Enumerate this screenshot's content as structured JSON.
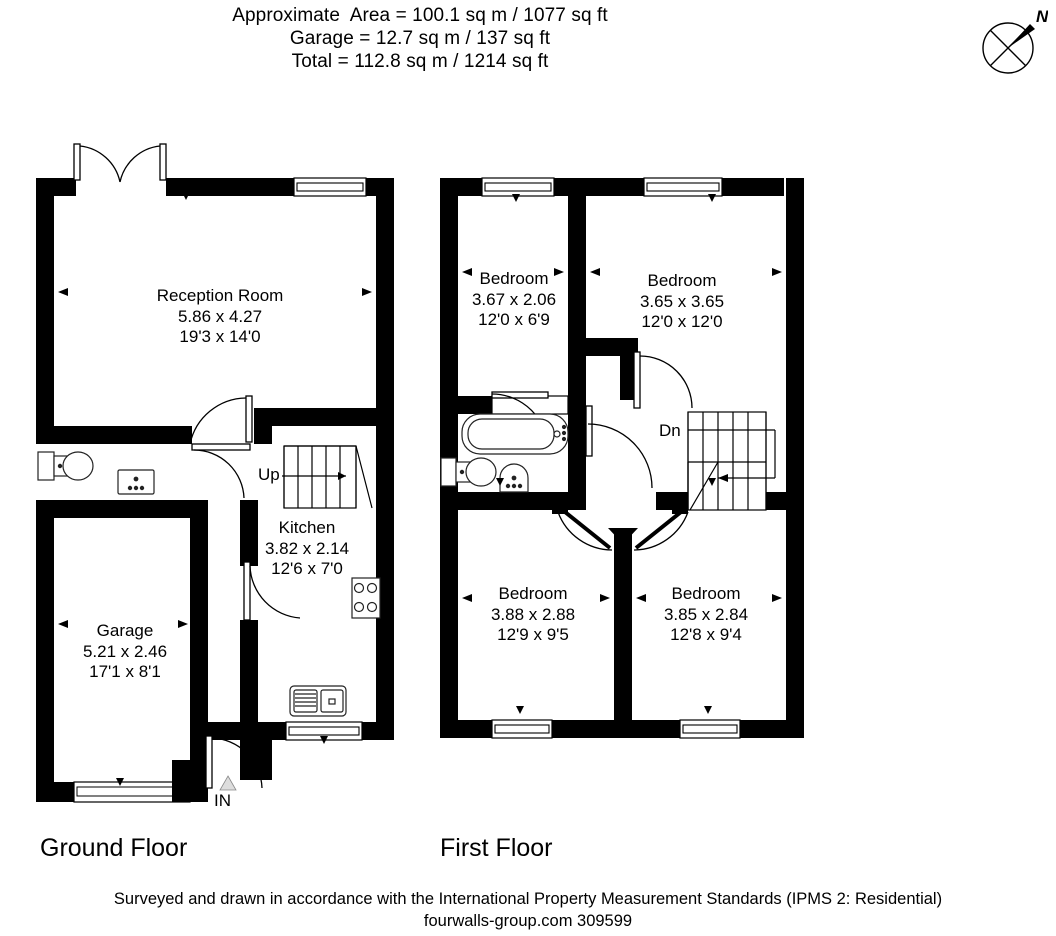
{
  "header": {
    "line1": "Approximate  Area = 100.1 sq m / 1077 sq ft",
    "line2": "Garage = 12.7 sq m / 137 sq ft",
    "line3": "Total = 112.8 sq m / 1214 sq ft"
  },
  "compass": {
    "north_label": "N"
  },
  "floors": [
    {
      "id": "ground",
      "title": "Ground Floor",
      "rooms": [
        {
          "name": "Reception Room",
          "dim_metric": "5.86 x 4.27",
          "dim_imperial": "19'3 x 14'0"
        },
        {
          "name": "Kitchen",
          "dim_metric": "3.82 x 2.14",
          "dim_imperial": "12'6 x 7'0"
        },
        {
          "name": "Garage",
          "dim_metric": "5.21 x 2.46",
          "dim_imperial": "17'1 x 8'1"
        }
      ],
      "markers": [
        {
          "name": "stairs-up-label",
          "text": "Up"
        },
        {
          "name": "entrance-label",
          "text": "IN"
        }
      ]
    },
    {
      "id": "first",
      "title": "First Floor",
      "rooms": [
        {
          "name": "Bedroom",
          "dim_metric": "3.67 x 2.06",
          "dim_imperial": "12'0 x 6'9"
        },
        {
          "name": "Bedroom",
          "dim_metric": "3.65 x 3.65",
          "dim_imperial": "12'0 x 12'0"
        },
        {
          "name": "Bedroom",
          "dim_metric": "3.88 x 2.88",
          "dim_imperial": "12'9 x 9'5"
        },
        {
          "name": "Bedroom",
          "dim_metric": "3.85 x 2.84",
          "dim_imperial": "12'8 x 9'4"
        }
      ],
      "markers": [
        {
          "name": "stairs-down-label",
          "text": "Dn"
        }
      ]
    }
  ],
  "footer": {
    "line1": "Surveyed and drawn in accordance with the International Property Measurement Standards (IPMS 2: Residential)",
    "line2": "fourwalls-group.com 309599"
  },
  "colors": {
    "wall": "#000000",
    "background": "#ffffff",
    "fixture_stroke": "#222222"
  }
}
